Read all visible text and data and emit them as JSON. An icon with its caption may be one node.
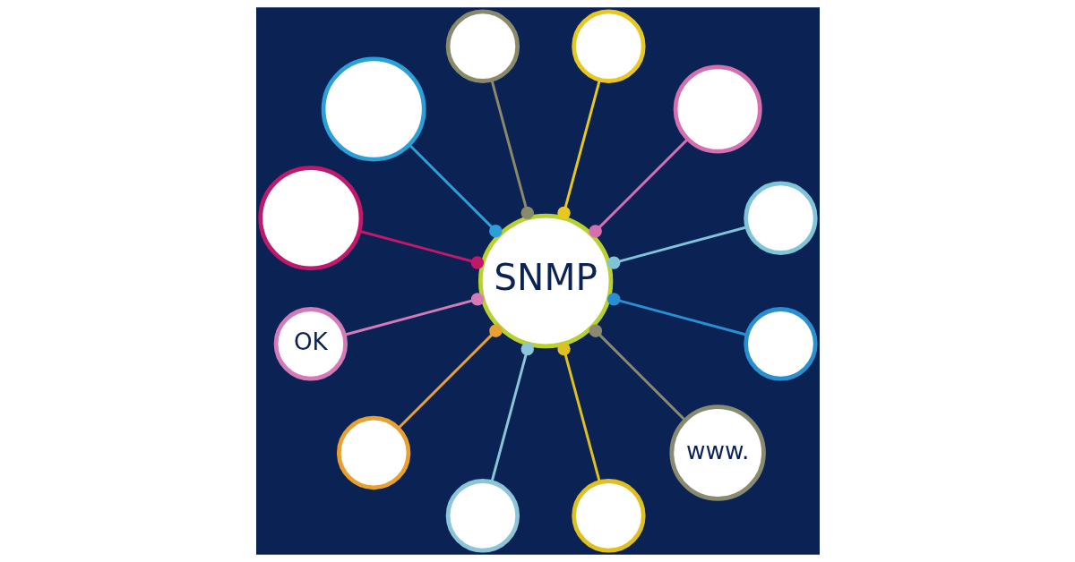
{
  "diagram": {
    "nodes": [
      {
        "text": [],
        "shape": "circle"
      },
      {
        "text": [],
        "shape": "circle"
      },
      {
        "text": [],
        "shape": "circle"
      },
      {
        "text": [],
        "shape": "circle"
      },
      {
        "text": [],
        "shape": "circle"
      },
      {
        "text": [
          "SNMP"
        ]
      },
      {
        "text": [],
        "shape": "circle"
      },
      {
        "text": [
          "OK"
        ]
      },
      {
        "text": [],
        "shape": "circle"
      },
      {
        "text": [],
        "shape": "circle"
      },
      {
        "text": [],
        "shape": "circle"
      },
      {
        "text": [
          "www."
        ]
      },
      {
        "text": [],
        "shape": "circle"
      }
    ],
    "edges": [
      {
        "from": 0,
        "to": 5,
        "arrow": "other",
        "color": "#7fc4d8"
      },
      {
        "from": 1,
        "to": 5,
        "arrow": "other",
        "color": "#d46fb0"
      },
      {
        "from": 2,
        "to": 5,
        "arrow": "other",
        "color": "#e8c820"
      },
      {
        "from": 3,
        "to": 5,
        "arrow": "other",
        "color": "#8a8a6a"
      },
      {
        "from": 4,
        "to": 5,
        "arrow": "other",
        "color": "#2a9fd8"
      },
      {
        "from": 6,
        "to": 5,
        "arrow": "other",
        "color": "#c0186a"
      },
      {
        "from": 7,
        "to": 5,
        "arrow": "other",
        "color": "#d47ab8"
      },
      {
        "from": 8,
        "to": 5,
        "arrow": "other",
        "color": "#e8a030"
      },
      {
        "from": 9,
        "to": 5,
        "arrow": "other",
        "color": "#8cc4d8"
      },
      {
        "from": 10,
        "to": 5,
        "arrow": "other",
        "color": "#e0c020"
      },
      {
        "from": 11,
        "to": 5,
        "arrow": "other",
        "color": "#8a8a70"
      },
      {
        "from": 12,
        "to": 5,
        "arrow": "other",
        "color": "#2a8fd0"
      }
    ]
  }
}
